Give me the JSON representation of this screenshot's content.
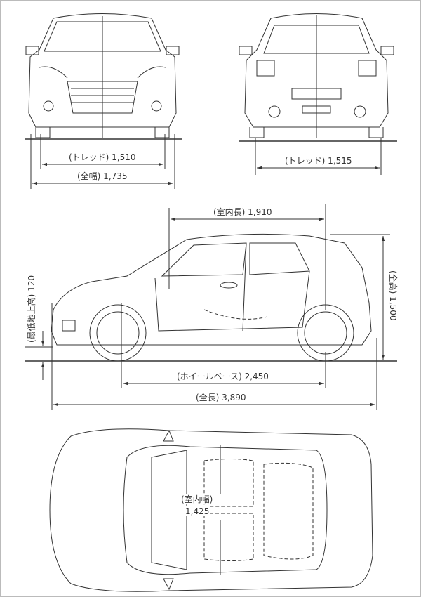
{
  "dimensions": {
    "front_tread": "(トレッド) 1,510",
    "overall_width": "(全幅) 1,735",
    "rear_tread": "(トレッド) 1,515",
    "interior_length": "(室内長) 1,910",
    "ground_clearance": "(最低地上高) 120",
    "overall_height": "(全高) 1,500",
    "wheelbase": "(ホイールベース) 2,450",
    "overall_length": "(全長) 3,890",
    "interior_width_label": "(室内幅)",
    "interior_width_value": "1,425"
  },
  "colors": {
    "line": "#333333",
    "background": "#ffffff"
  }
}
